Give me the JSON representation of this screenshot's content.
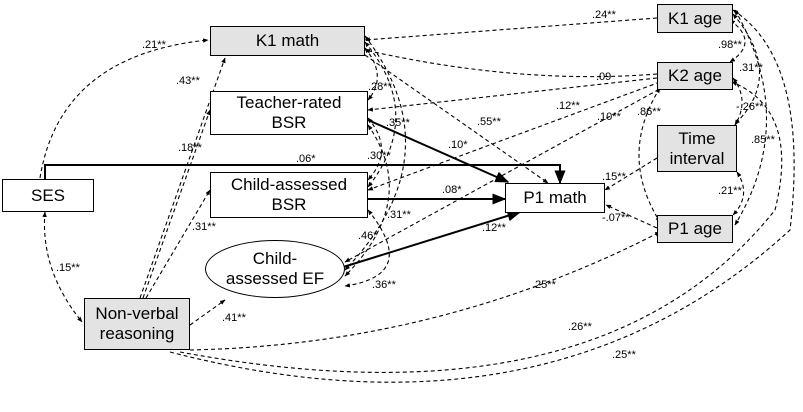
{
  "nodes": {
    "k1_math": "K1 math",
    "teacher_bsr": "Teacher-rated\nBSR",
    "child_bsr": "Child-assessed\nBSR",
    "child_ef": "Child-\nassessed EF",
    "ses": "SES",
    "nonverbal": "Non-verbal\nreasoning",
    "p1_math": "P1 math",
    "k1_age": "K1 age",
    "k2_age": "K2 age",
    "time_interval": "Time\ninterval",
    "p1_age": "P1 age"
  },
  "coefficients": {
    "ses_k1math": ".21**",
    "nv_k1math": ".43**",
    "nv_teacher": ".18**",
    "nv_child": ".31**",
    "nv_ef": ".41**",
    "ses_nv": ".15**",
    "ses_p1": ".06*",
    "k1_k1math": ".24**",
    "k2_k1math": ".09",
    "k2_teacher": ".12**",
    "k2_child": ".10**",
    "k2_ef": ".86**",
    "k1_k2": ".98**",
    "k1_time": ".31**",
    "k2_time": "-.26**",
    "k1_p1age": ".85**",
    "time_p1age": ".21**",
    "time_p1": ".15**",
    "p1age_p1": "-.07**",
    "nv_p1age": ".25**",
    "nv_k2": ".26**",
    "nv_k1": ".25**",
    "k1math_teacher": ".28**",
    "k1math_child": ".35**",
    "teacher_child": ".30**",
    "k1math_ef": ".31**",
    "teacher_ef": ".46*",
    "child_ef_cov": ".36**",
    "k1math_p1": ".55**",
    "teacher_p1": ".10*",
    "child_p1": ".08*",
    "ef_p1": ".12**"
  }
}
